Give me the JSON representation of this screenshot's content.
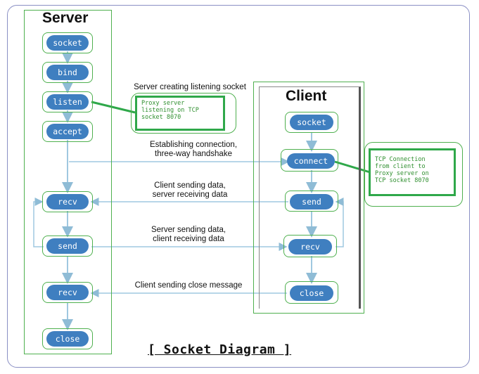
{
  "server": {
    "title": "Server",
    "steps": [
      "socket",
      "bind",
      "listen",
      "accept",
      "recv",
      "send",
      "recv",
      "close"
    ]
  },
  "client": {
    "title": "Client",
    "steps": [
      "socket",
      "connect",
      "send",
      "recv",
      "close"
    ]
  },
  "messages": {
    "listening": "Server creating listening socket",
    "handshake_line1": "Establishing connection,",
    "handshake_line2": "three-way handshake",
    "client_send_line1": "Client sending data,",
    "client_send_line2": "server receiving data",
    "server_send_line1": "Server sending data,",
    "server_send_line2": "client receiving data",
    "close": "Client sending close message"
  },
  "notes": {
    "proxy": [
      "Proxy server",
      "listening on TCP",
      "socket 8070"
    ],
    "tcp": [
      "TCP Connection",
      "from client to",
      "Proxy server on",
      "TCP socket 8070"
    ]
  },
  "caption": "[ Socket Diagram ]",
  "colors": {
    "node": "#3f7fc0",
    "outline": "#4fb04f",
    "note_border": "#2fa84a",
    "arrow": "#8fbcd6"
  }
}
